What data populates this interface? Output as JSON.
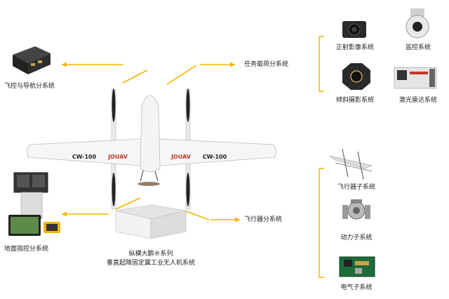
{
  "colors": {
    "accent": "#f4b400",
    "wing_text": "#222222",
    "brand_text": "#c0392b"
  },
  "subsystems": {
    "flight_control": "飞控与导航分系统",
    "ground_control": "地面指控分系统",
    "payload": "任务载荷分系统",
    "aircraft": "飞行器分系统"
  },
  "payload_items": {
    "ortho_camera": "正射影像系统",
    "gimbal": "监控系统",
    "oblique_camera": "倾斜摄影系统",
    "lidar": "激光雷达系统"
  },
  "aircraft_items": {
    "airframe": "飞行器子系统",
    "power": "动力子系统",
    "electrical": "电气子系统"
  },
  "product": {
    "line1": "纵横大鹏®系列",
    "line2": "垂直起降固定翼工业无人机系统"
  },
  "wing_markings": {
    "model_left": "CW-100",
    "brand_left": "JOUAV",
    "brand_right": "JOUAV",
    "model_right": "CW-100"
  }
}
